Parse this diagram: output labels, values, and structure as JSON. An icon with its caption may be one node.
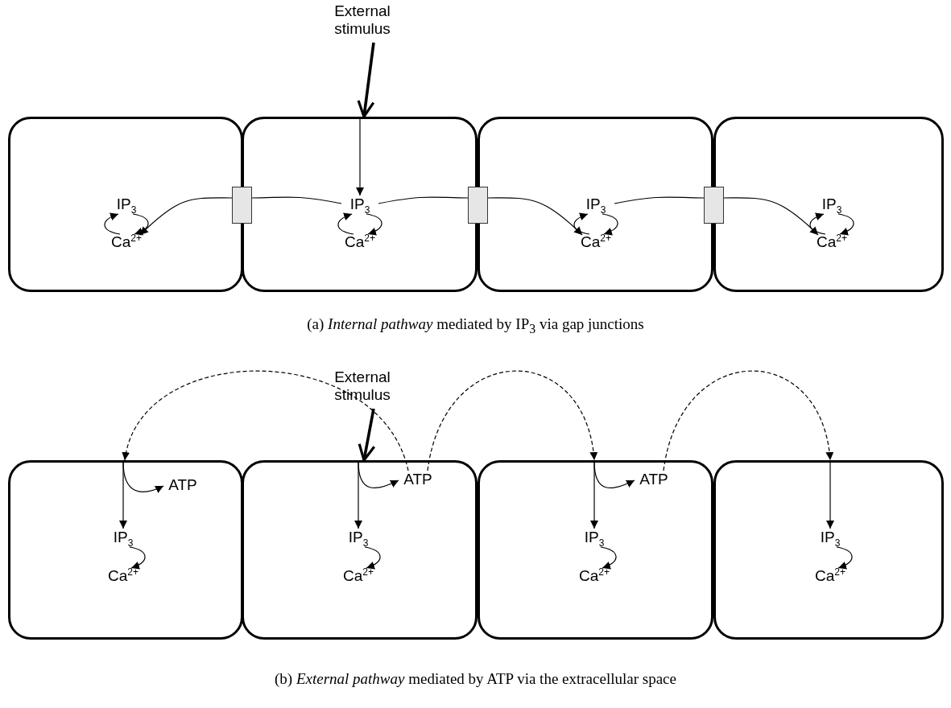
{
  "diagram": {
    "nodes": [
      {
        "text": [
          "External stimulus"
        ]
      },
      {
        "text": [],
        "shape": "box"
      },
      {
        "text": [
          "IP$_{3}$"
        ],
        "in": 1
      },
      {
        "text": [
          "Ca$^{2+}$"
        ],
        "in": 1
      },
      {
        "text": [],
        "shape": "box"
      },
      {
        "text": [],
        "shape": "box"
      },
      {
        "text": [
          "IP$_{3}$"
        ],
        "in": 5
      },
      {
        "text": [
          "Ca$^{2+}$"
        ],
        "in": 5
      },
      {
        "text": [],
        "shape": "box"
      },
      {
        "text": [],
        "shape": "box"
      },
      {
        "text": [
          "IP$_{3}$"
        ],
        "in": 9
      },
      {
        "text": [
          "Ca$^{2+}$"
        ],
        "in": 9
      },
      {
        "text": [],
        "shape": "box"
      },
      {
        "text": [],
        "shape": "box"
      },
      {
        "text": [
          "IP$_{3}$"
        ],
        "in": 13
      },
      {
        "text": [
          "Ca$^{2+}$"
        ],
        "in": 13
      },
      {
        "text": [
          "External stimulus"
        ]
      },
      {
        "text": [],
        "shape": "box"
      },
      {
        "text": [
          "ATP"
        ],
        "in": 17
      },
      {
        "text": [
          "IP$_{3}$"
        ],
        "in": 17
      },
      {
        "text": [
          "Ca$^{2+}$"
        ],
        "in": 17
      },
      {
        "text": [],
        "shape": "box"
      },
      {
        "text": [
          "ATP"
        ],
        "in": 21
      },
      {
        "text": [
          "IP$_{3}$"
        ],
        "in": 21
      },
      {
        "text": [
          "Ca$^{2+}$"
        ],
        "in": 21
      },
      {
        "text": [],
        "shape": "box"
      },
      {
        "text": [
          "ATP"
        ],
        "in": 25
      },
      {
        "text": [
          "IP$_{3}$"
        ],
        "in": 25
      },
      {
        "text": [
          "Ca$^{2+}$"
        ],
        "in": 25
      },
      {
        "text": [],
        "shape": "box"
      },
      {
        "text": [
          "IP$_{3}$"
        ],
        "in": 29
      },
      {
        "text": [
          "Ca$^{2+}$"
        ],
        "in": 29
      }
    ],
    "edges": [
      {
        "from": 0,
        "to": 5,
        "arrow": "to",
        "style": "thick"
      },
      {
        "from": 5,
        "to": 6,
        "arrow": "to"
      },
      {
        "from": 2,
        "to": 3,
        "arrow": "to"
      },
      {
        "from": 3,
        "to": 2,
        "arrow": "to"
      },
      {
        "from": 6,
        "to": 7,
        "arrow": "to"
      },
      {
        "from": 7,
        "to": 6,
        "arrow": "to"
      },
      {
        "from": 10,
        "to": 11,
        "arrow": "to"
      },
      {
        "from": 11,
        "to": 10,
        "arrow": "to"
      },
      {
        "from": 14,
        "to": 15,
        "arrow": "to"
      },
      {
        "from": 15,
        "to": 14,
        "arrow": "to"
      },
      {
        "from": 6,
        "to": 4,
        "arrow": "none"
      },
      {
        "from": 4,
        "to": 3,
        "arrow": "to"
      },
      {
        "from": 6,
        "to": 8,
        "arrow": "none"
      },
      {
        "from": 8,
        "to": 11,
        "arrow": "to"
      },
      {
        "from": 10,
        "to": 12,
        "arrow": "none"
      },
      {
        "from": 12,
        "to": 15,
        "arrow": "to"
      },
      {
        "from": 16,
        "to": 21,
        "arrow": "to",
        "style": "thick"
      },
      {
        "from": 17,
        "to": 19,
        "arrow": "to"
      },
      {
        "from": 17,
        "to": 18,
        "arrow": "to"
      },
      {
        "from": 19,
        "to": 20,
        "arrow": "to"
      },
      {
        "from": 21,
        "to": 23,
        "arrow": "to"
      },
      {
        "from": 21,
        "to": 22,
        "arrow": "to"
      },
      {
        "from": 23,
        "to": 24,
        "arrow": "to"
      },
      {
        "from": 25,
        "to": 27,
        "arrow": "to"
      },
      {
        "from": 25,
        "to": 26,
        "arrow": "to"
      },
      {
        "from": 27,
        "to": 28,
        "arrow": "to"
      },
      {
        "from": 29,
        "to": 30,
        "arrow": "to"
      },
      {
        "from": 30,
        "to": 31,
        "arrow": "to"
      },
      {
        "from": 22,
        "to": 17,
        "arrow": "to",
        "style": "dashed"
      },
      {
        "from": 22,
        "to": 25,
        "arrow": "to",
        "style": "dashed"
      },
      {
        "from": 26,
        "to": 29,
        "arrow": "to",
        "style": "dashed"
      }
    ],
    "labels": [
      "(a) *Internal pathway* mediated by IP$_{3}$ via gap junctions",
      "(b) *External pathway* mediated by ATP via the extracellular space"
    ]
  }
}
